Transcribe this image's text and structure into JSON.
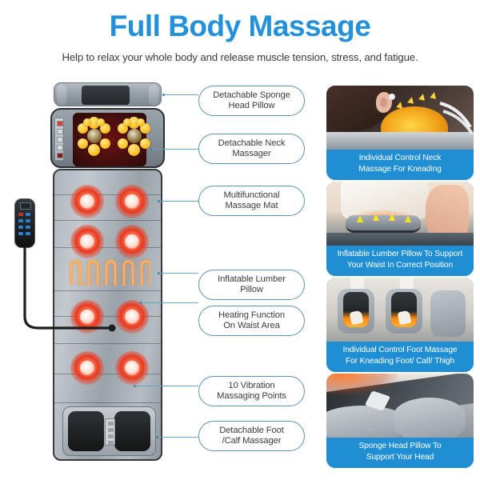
{
  "header": {
    "title": "Full Body Massage",
    "subtitle": "Help to relax your whole body and release muscle tension, stress, and fatigue.",
    "title_color": "#2490da"
  },
  "theme": {
    "accent_blue": "#1f8ed3",
    "pill_border": "#5c93b0",
    "lead_line": "#6aa3c0",
    "caption_text": "#ffffff"
  },
  "product": {
    "name": "full-body-massage-mat",
    "parts": [
      "head-pillow",
      "neck-massager",
      "massage-mat",
      "heating-coil",
      "vibration-nodes",
      "foot-massager",
      "remote-controller"
    ]
  },
  "callouts": [
    {
      "id": "head-pillow",
      "line1": "Detachable Sponge",
      "line2": "Head Pillow"
    },
    {
      "id": "neck-massager",
      "line1": "Detachable Neck",
      "line2": "Massager"
    },
    {
      "id": "massage-mat",
      "line1": "Multifunctional",
      "line2": "Massage Mat"
    },
    {
      "id": "lumbar-pillow",
      "line1": "Inflatable Lumber",
      "line2": "Pillow"
    },
    {
      "id": "heating-function",
      "line1": "Heating Function",
      "line2": "On Waist Area"
    },
    {
      "id": "vibration-points",
      "line1": "10 Vibration",
      "line2": "Massaging Points"
    },
    {
      "id": "foot-massager",
      "line1": "Detachable Foot",
      "line2": "/Calf Massager"
    }
  ],
  "feature_cards": [
    {
      "id": "neck-kneading",
      "caption_line1": "Individual Control Neck",
      "caption_line2": "Massage For Kneading"
    },
    {
      "id": "lumbar-support",
      "caption_line1": "Inflatable Lumber Pillow To Support",
      "caption_line2": "Your Waist In Correct Position"
    },
    {
      "id": "foot-kneading",
      "caption_line1": "Individual Control Foot Massage",
      "caption_line2": "For Kneading Foot/ Calf/ Thigh"
    },
    {
      "id": "head-support",
      "caption_line1": "Sponge Head Pillow To",
      "caption_line2": "Support Your Head"
    }
  ]
}
